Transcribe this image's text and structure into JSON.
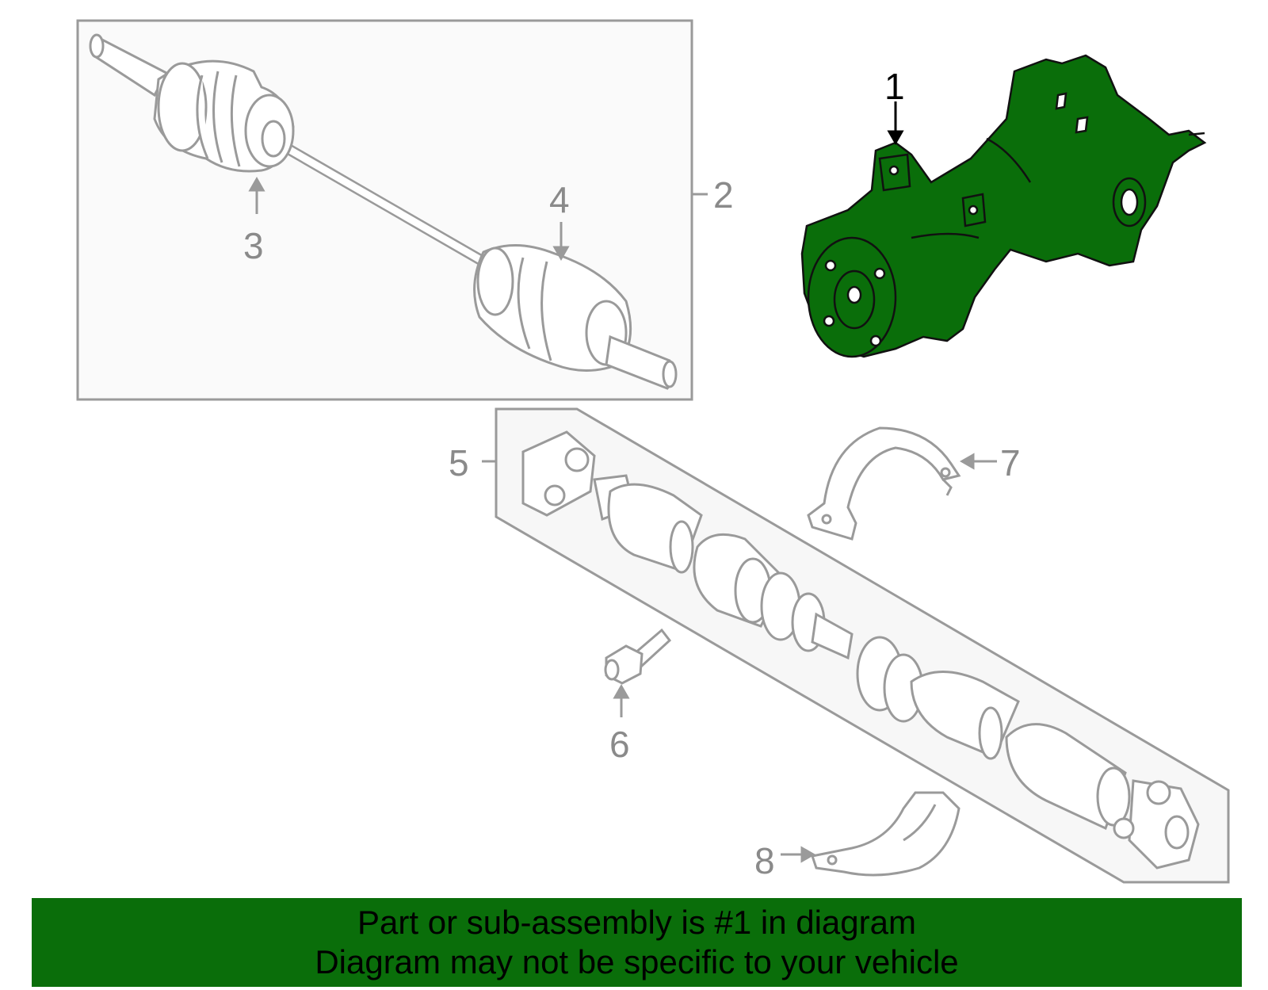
{
  "callouts": {
    "c1": "1",
    "c2": "2",
    "c3": "3",
    "c4": "4",
    "c5": "5",
    "c6": "6",
    "c7": "7",
    "c8": "8"
  },
  "banner": {
    "line1": "Part or sub-assembly is #1 in diagram",
    "line2": "Diagram may not be specific to your vehicle"
  },
  "colors": {
    "highlight_part": "#0a6e0a",
    "banner_bg": "#0a6e0a",
    "line_art": "#8a8a8a"
  }
}
